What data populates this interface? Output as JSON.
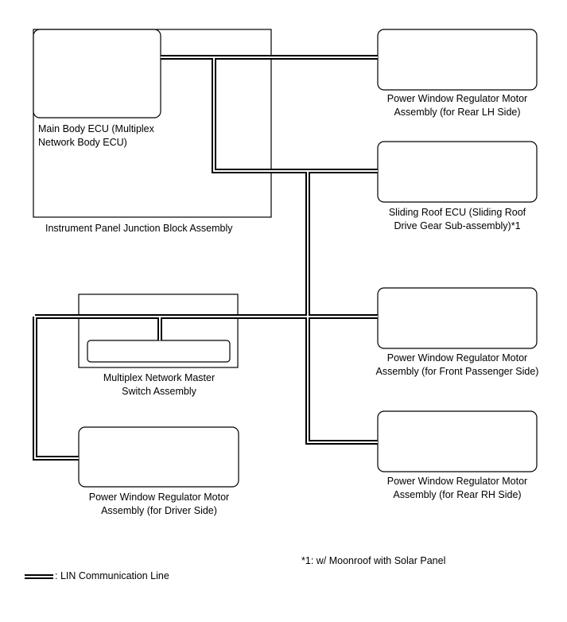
{
  "labels": {
    "main_body_ecu": [
      "Main Body ECU (Multiplex",
      "Network Body ECU)"
    ],
    "ip_junction_block": "Instrument Panel Junction Block Assembly",
    "pw_rear_lh": [
      "Power Window Regulator Motor",
      "Assembly (for Rear LH Side)"
    ],
    "sliding_roof_ecu": [
      "Sliding Roof ECU (Sliding Roof",
      "Drive Gear Sub-assembly)*1"
    ],
    "master_switch": [
      "Multiplex Network Master",
      "Switch Assembly"
    ],
    "pw_front_passenger": [
      "Power Window Regulator Motor",
      "Assembly (for Front Passenger Side)"
    ],
    "pw_rear_rh": [
      "Power Window Regulator Motor",
      "Assembly (for Rear RH Side)"
    ],
    "pw_driver": [
      "Power Window Regulator Motor",
      "Assembly (for Driver Side)"
    ]
  },
  "footnote": "*1: w/ Moonroof with Solar Panel",
  "legend": {
    "label": ": LIN Communication Line"
  }
}
